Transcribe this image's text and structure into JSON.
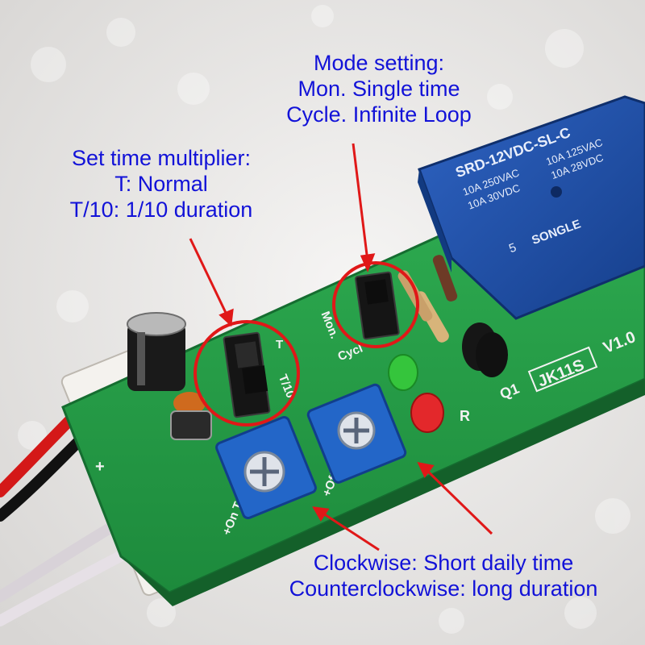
{
  "photo": {
    "board_silkscreen": {
      "model": "JK11S",
      "version": "V1.0",
      "jumper_labels": [
        "Mon.",
        "Cycl",
        "T",
        "T/10"
      ],
      "pot_labels": [
        "+On T-",
        "+Off T-"
      ],
      "component_labels": [
        "Q1",
        "R",
        "+"
      ]
    },
    "relay_markings": {
      "model": "SRD-12VDC-SL-C",
      "ratings": [
        "10A 250VAC",
        "10A 125VAC",
        "10A 30VDC",
        "10A 28VDC"
      ],
      "brand": "SONGLE",
      "pins": "5"
    }
  },
  "annotations": {
    "mode": {
      "title": "Mode setting:",
      "line1": "Mon. Single time",
      "line2": "Cycle. Infinite Loop"
    },
    "multiplier": {
      "title": "Set time multiplier:",
      "line1": "T: Normal",
      "line2": "T/10: 1/10 duration"
    },
    "knobs": {
      "line1": "Clockwise: Short daily time",
      "line2": "Counterclockwise: long duration"
    }
  },
  "colors": {
    "annotation_text": "#1212d8",
    "marker_red": "#e01818",
    "pcb_green": "#239a45",
    "relay_blue": "#1f4fa8",
    "background": "#ecebea"
  }
}
